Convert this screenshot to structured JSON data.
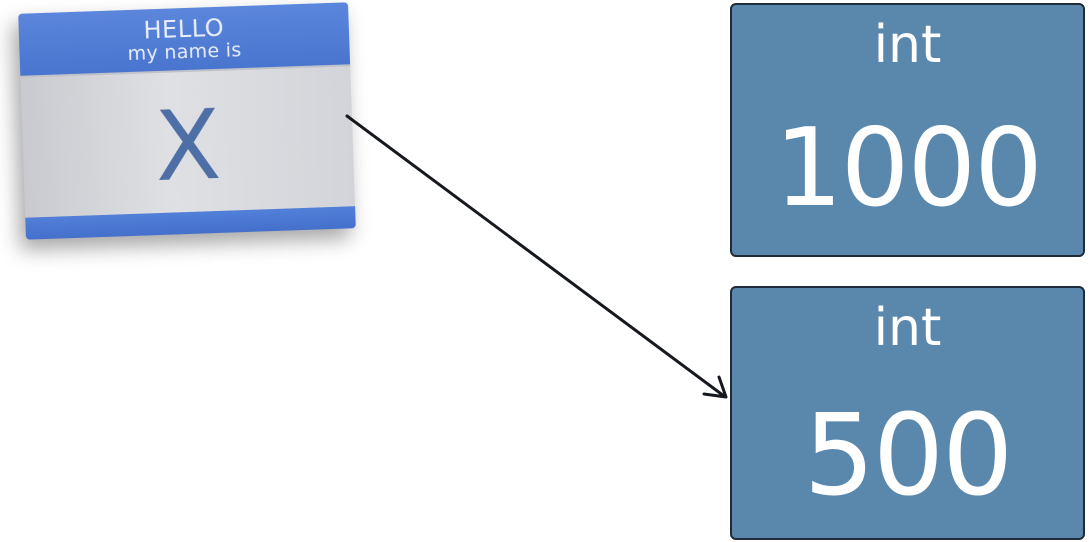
{
  "name_tag": {
    "hello": "HELLO",
    "my_name_is": "my name is",
    "name": "X"
  },
  "boxes": [
    {
      "type": "int",
      "value": "1000"
    },
    {
      "type": "int",
      "value": "500"
    }
  ],
  "colors": {
    "box_fill": "#5a88ad",
    "tag_blue": "#4a75cf",
    "tag_name_text": "#4d6fa6"
  }
}
